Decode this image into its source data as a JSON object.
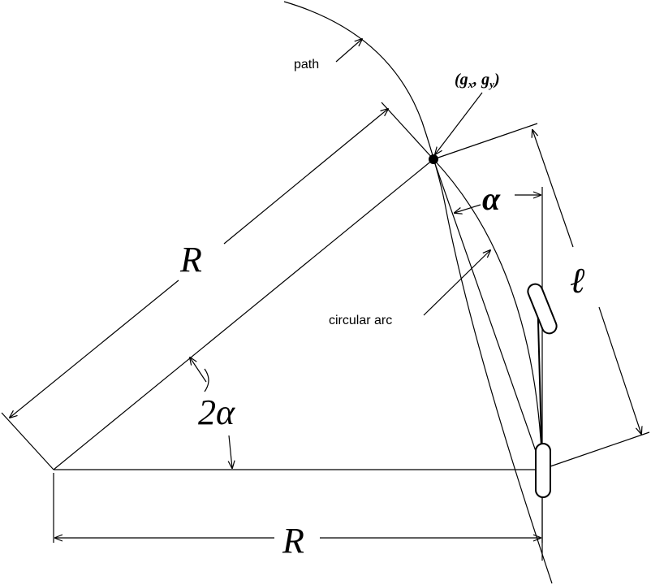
{
  "labels": {
    "path": "path",
    "circular_arc": "circular arc",
    "goal_point": "(g",
    "goal_x_sub": "x",
    "goal_sep": ", g",
    "goal_y_sub": "y",
    "goal_close": ")",
    "alpha": "α",
    "two_alpha": "2α",
    "lookahead": "ℓ",
    "radius_top": "R",
    "radius_bottom": "R"
  }
}
